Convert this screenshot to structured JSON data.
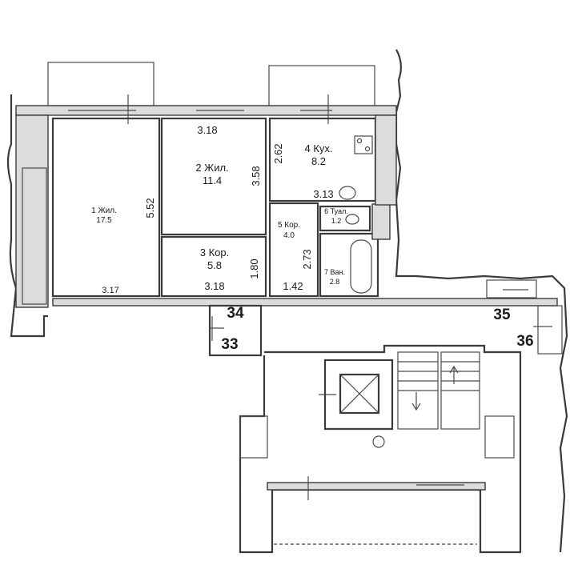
{
  "rooms": [
    {
      "name": "1 Жил.",
      "area": "17.5"
    },
    {
      "name": "2 Жил.",
      "area": "11.4"
    },
    {
      "name": "3 Кор.",
      "area": "5.8"
    },
    {
      "name": "4 Кух.",
      "area": "8.2"
    },
    {
      "name": "5 Кор.",
      "area": "4.0"
    },
    {
      "name": "6 Туал.",
      "area": "1.2"
    },
    {
      "name": "7 Ван.",
      "area": "2.8"
    }
  ],
  "dimensions": {
    "d_3_18_top": "3.18",
    "d_5_52": "5.52",
    "d_3_58": "3.58",
    "d_2_62": "2.62",
    "d_3_13": "3.13",
    "d_3_17": "3.17",
    "d_3_18_bottom": "3.18",
    "d_1_80": "1.80",
    "d_2_73": "2.73",
    "d_1_42": "1.42"
  },
  "apartments": [
    "33",
    "34",
    "35",
    "36"
  ]
}
